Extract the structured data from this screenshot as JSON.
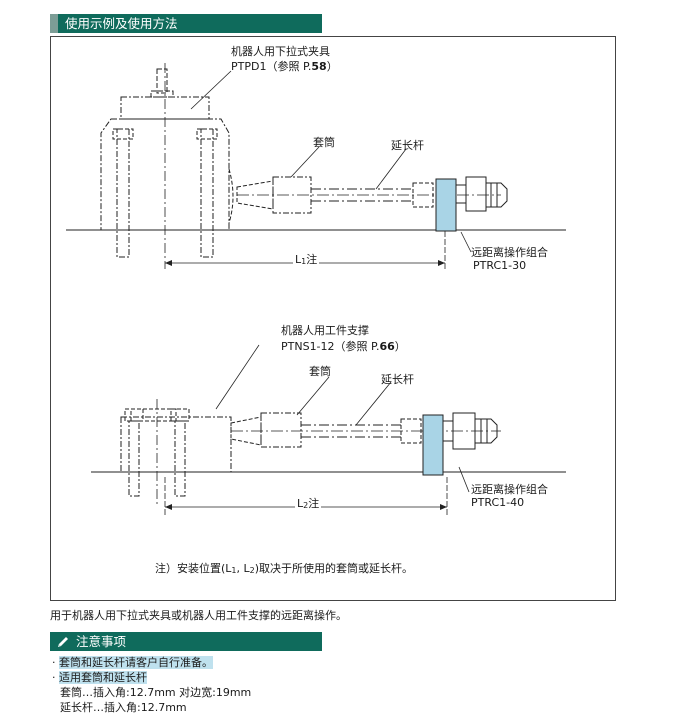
{
  "usage": {
    "title": "使用示例及使用方法",
    "diagram1": {
      "clamp_name": "机器人用下拉式夹具",
      "clamp_model": "PTPD1",
      "ref_open": "（参照 P.",
      "ref_page": "58",
      "ref_close": "）",
      "socket": "套筒",
      "extension": "延长杆",
      "length_label": "L",
      "length_sub": "1",
      "length_note": "注",
      "unit_name": "远距离操作组合",
      "unit_model": "PTRC1-30"
    },
    "diagram2": {
      "support_name": "机器人用工件支撑",
      "support_model": "PTNS1-12",
      "ref_open": "（参照 P.",
      "ref_page": "66",
      "ref_close": "）",
      "socket": "套筒",
      "extension": "延长杆",
      "length_label": "L",
      "length_sub": "2",
      "length_note": "注",
      "unit_name": "远距离操作组合",
      "unit_model": "PTRC1-40"
    },
    "footnote": {
      "prefix": "注）安装位置(L",
      "sub1": "1",
      "mid": ", L",
      "sub2": "2",
      "suffix": ")取决于所使用的套筒或延长杆。"
    },
    "caption": "用于机器人用下拉式夹具或机器人用工件支撑的远距离操作。"
  },
  "precautions": {
    "title": "注意事项",
    "item1": "套筒和延长杆请客户自行准备。",
    "item2": "适用套筒和延长杆",
    "socket_spec": "套筒…插入角:12.7mm 对边宽:19mm",
    "extension_spec": "延长杆…插入角:12.7mm"
  },
  "colors": {
    "header_bg": "#0f6b5c",
    "highlight": "#bfe1ee",
    "unit_fill": "#a9d4e6"
  },
  "icons": {
    "precaution_icon": "pencil-icon"
  }
}
